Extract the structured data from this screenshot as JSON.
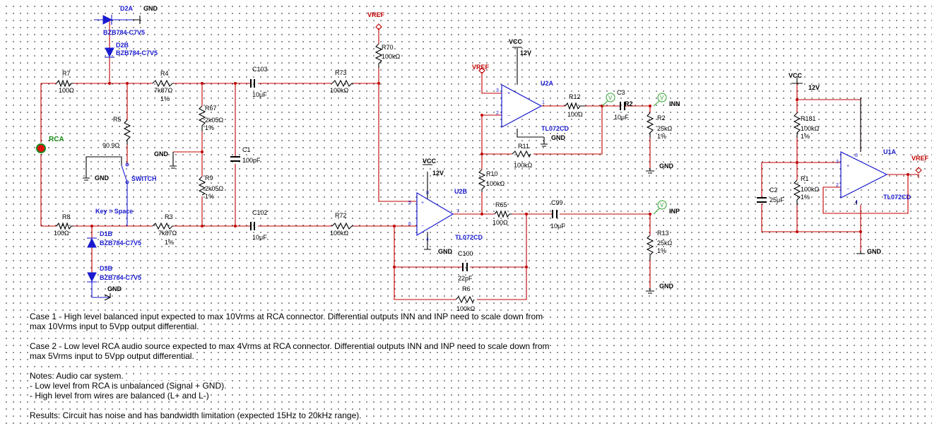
{
  "components": {
    "D2A": {
      "ref": "D2A",
      "part": "BZB784-C7V5"
    },
    "D2B": {
      "ref": "D2B",
      "part": "BZB784-C7V5"
    },
    "D1B": {
      "ref": "D1B",
      "part": "BZB784-C7V5"
    },
    "D3B": {
      "ref": "D3B",
      "part": "BZB784-C7V5"
    },
    "R7": {
      "ref": "R7",
      "value": "100Ω"
    },
    "R8": {
      "ref": "R8",
      "value": "100Ω"
    },
    "R4": {
      "ref": "R4",
      "value": "7k87Ω",
      "tol": "1%"
    },
    "R3": {
      "ref": "R3",
      "value": "7k87Ω",
      "tol": "1%"
    },
    "R5": {
      "ref": "R5",
      "value": "90.9Ω"
    },
    "R67": {
      "ref": "R67",
      "value": "2k05Ω",
      "tol": "1%"
    },
    "R9": {
      "ref": "R9",
      "value": "2k05Ω",
      "tol": "1%"
    },
    "C1": {
      "ref": "C1",
      "value": "100pF"
    },
    "C103": {
      "ref": "C103",
      "value": "10μF"
    },
    "C102": {
      "ref": "C102",
      "value": "10μF"
    },
    "R73": {
      "ref": "R73",
      "value": "100kΩ"
    },
    "R72": {
      "ref": "R72",
      "value": "100kΩ"
    },
    "R70": {
      "ref": "R70",
      "value": "100kΩ"
    },
    "U2A": {
      "ref": "U2A",
      "part": "TL072CD"
    },
    "U2B": {
      "ref": "U2B",
      "part": "TL072CD"
    },
    "U1A": {
      "ref": "U1A",
      "part": "TL072CD"
    },
    "R12": {
      "ref": "R12",
      "value": "100Ω"
    },
    "R11": {
      "ref": "R11",
      "value": "100kΩ"
    },
    "R10": {
      "ref": "R10",
      "value": "100kΩ"
    },
    "R65": {
      "ref": "R65",
      "value": "100Ω"
    },
    "R6": {
      "ref": "R6",
      "value": "100kΩ"
    },
    "C100": {
      "ref": "C100",
      "value": "22pF"
    },
    "C3": {
      "ref": "C3",
      "value": "10μF"
    },
    "C99": {
      "ref": "C99",
      "value": "10μF"
    },
    "R2": {
      "ref": "R2",
      "value": "25kΩ",
      "tol": "1%"
    },
    "R13": {
      "ref": "R13",
      "value": "25kΩ",
      "tol": "1%"
    },
    "R181": {
      "ref": "R181",
      "value": "100kΩ",
      "tol": "1%"
    },
    "R1": {
      "ref": "R1",
      "value": "100kΩ",
      "tol": "1%"
    },
    "C2": {
      "ref": "C2",
      "value": "25μF"
    },
    "SWITCH": {
      "ref": "SWITCH",
      "key": "Key = Space"
    }
  },
  "nets": {
    "gnd": "GND",
    "vref": "VREF",
    "vcc": "VCC",
    "v12": "12V",
    "rca": "RCA",
    "inn": "INN",
    "inp": "INP",
    "probe": "V"
  },
  "pins": {
    "p8": "8",
    "p4": "4",
    "p3": "3",
    "p2": "2",
    "p1": "1",
    "p5": "5",
    "p6": "6",
    "p7": "7"
  },
  "notes": {
    "case1_l1": "Case 1 - High level balanced input expected to max 10Vrms at RCA connector. Differential outputs INN and INP need to scale down from",
    "case1_l2": "max 10Vrms input to 5Vpp output differential.",
    "case2_l1": "Case 2 - Low level RCA audio source expected to max 4Vrms at RCA connector. Differential outputs INN and INP need to scale down from",
    "case2_l2": "max 5Vrms input to 5Vpp output differential.",
    "notes_title": "Notes: Audio car system.",
    "note1": "- Low level from RCA is unbalanced (Signal + GND).",
    "note2": "- High level from wires are balanced (L+ and L-)",
    "results": "Results: Circuit has noise and has bandwidth limitation (expected 15Hz to 20kHz range)."
  },
  "colors": {
    "wire": "#c00000",
    "component": "#000000",
    "part": "#1a1ad0",
    "connector": "#1a8a1a"
  }
}
